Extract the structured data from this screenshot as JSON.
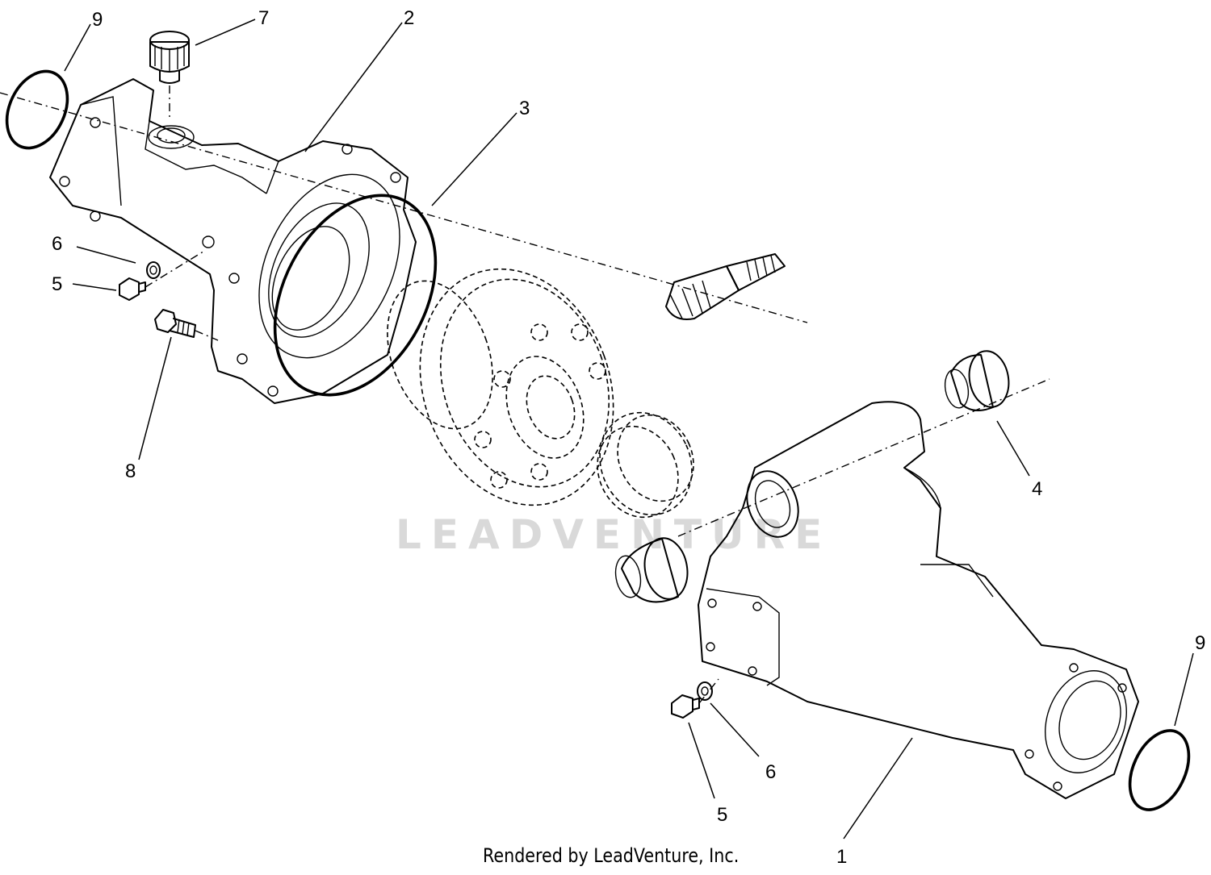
{
  "watermark": "LEADVENTURE",
  "footer": "Rendered by LeadVenture, Inc.",
  "callouts": {
    "c9_top": "9",
    "c7": "7",
    "c2": "2",
    "c3": "3",
    "c6_left": "6",
    "c5_left": "5",
    "c8": "8",
    "c4": "4",
    "c9_right": "9",
    "c6_right": "6",
    "c5_right": "5",
    "c1": "1"
  }
}
